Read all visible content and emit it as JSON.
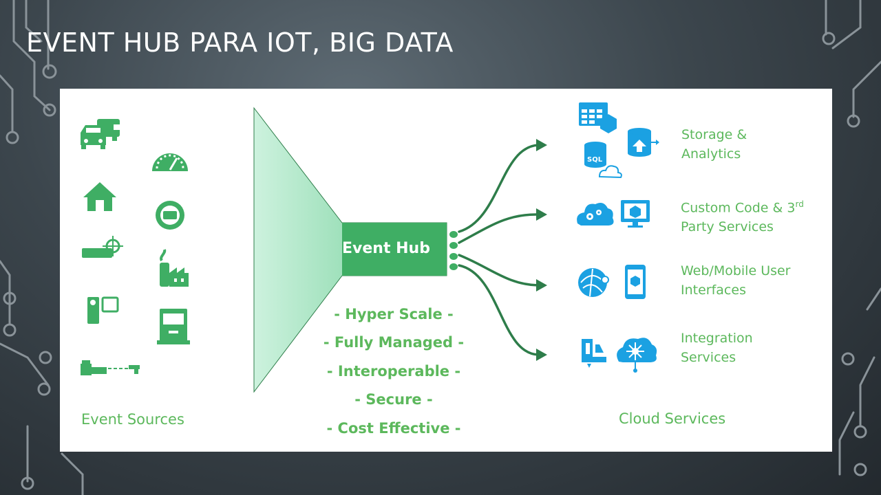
{
  "title": "EVENT HUB PARA IOT, BIG DATA",
  "hub_label": "Event Hub",
  "left_label": "Event Sources",
  "right_label": "Cloud Services",
  "features": [
    "- Hyper Scale -",
    "- Fully Managed -",
    "- Interoperable -",
    "- Secure -",
    "- Cost Effective -"
  ],
  "services": [
    {
      "line1": "Storage &",
      "line2": "Analytics"
    },
    {
      "line1": "Custom Code & 3",
      "sup": "rd",
      "line2": "Party Services"
    },
    {
      "line1": "Web/Mobile User",
      "line2": "Interfaces"
    },
    {
      "line1": "Integration",
      "line2": "Services"
    }
  ],
  "source_icons": [
    "vehicles-icon",
    "speedometer-icon",
    "house-icon",
    "device-icon",
    "target-sensor-icon",
    "factory-icon",
    "camera-icon",
    "kiosk-icon",
    "scanner-icon"
  ],
  "service_icons": [
    "table-storage-icon",
    "sql-cloud-icon",
    "hdinsight-icon",
    "cloud-services-icon",
    "virtual-machine-icon",
    "web-sites-icon",
    "mobile-icon",
    "biztalk-icon",
    "service-bus-icon"
  ],
  "colors": {
    "green": "#5cb85c",
    "hub_green": "#3fae64",
    "dark_green": "#2e7d4a",
    "funnel_light": "#b9ebd0",
    "azure_blue": "#1ba1e2",
    "background": "#3c464d"
  }
}
